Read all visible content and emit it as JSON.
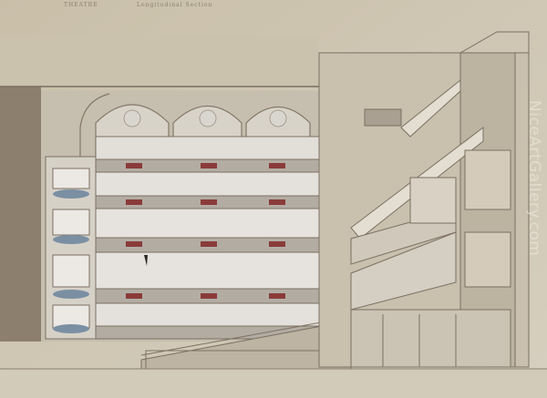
{
  "drawing": {
    "header_left": "THEATRE",
    "header_right": "Longitudinal Section",
    "watermark": "NiceArtGallery.com"
  },
  "colors": {
    "paper": "#cdc4b0",
    "wall_dark": "#8f8171",
    "ink": "#6b5e50",
    "box_fronts": "#b9b2a8",
    "curtain": "#e4e1dc",
    "flowers": "#7b8fa3"
  }
}
